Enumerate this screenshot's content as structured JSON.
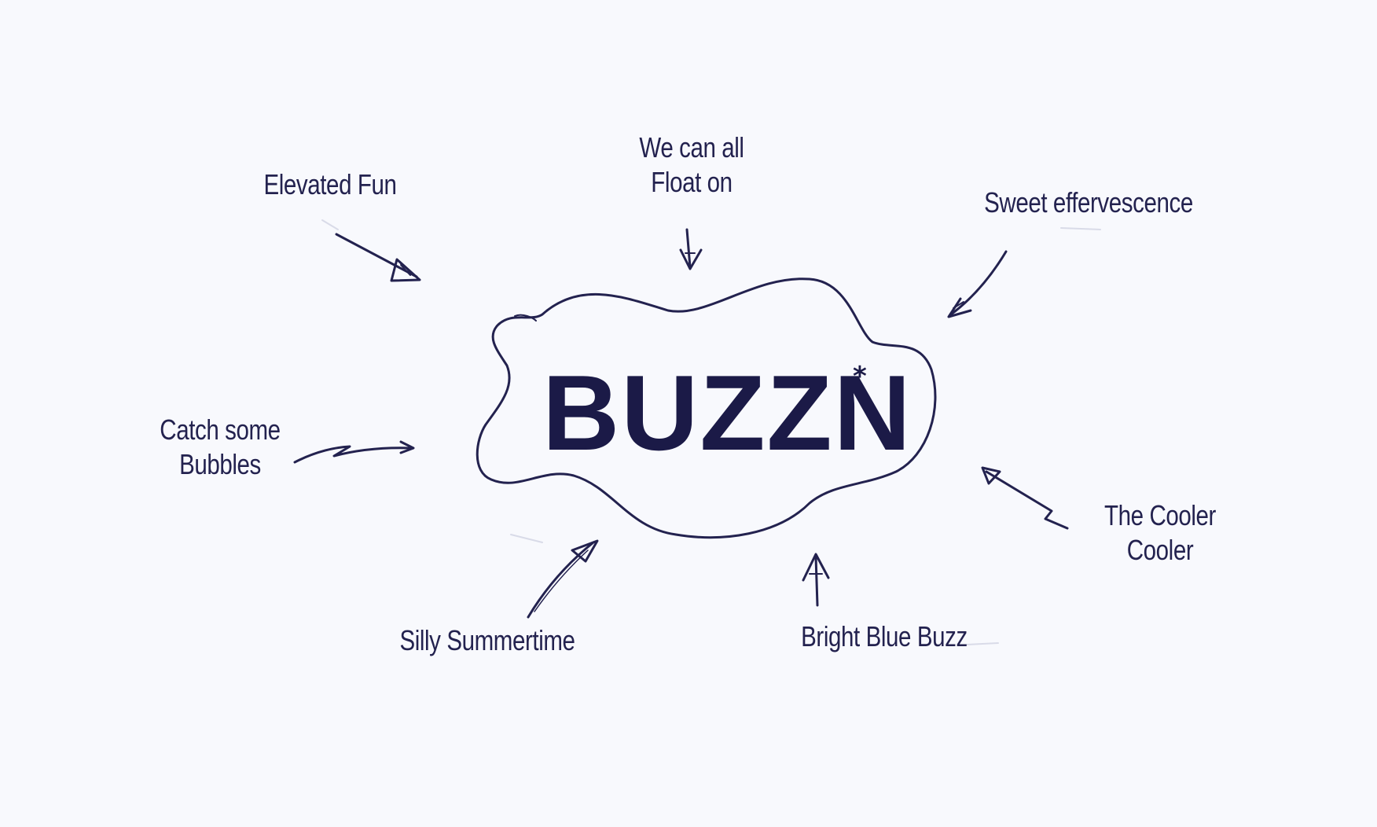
{
  "brand": {
    "logo_text": "BUZZN",
    "logo_mark": "*",
    "ink_color": "#1b1a47",
    "background_color": "#f8f9fd"
  },
  "labels": {
    "elevated_fun": "Elevated Fun",
    "float_on": "We can all\nFloat on",
    "sweet_effervescence": "Sweet effervescence",
    "catch_bubbles": "Catch some\nBubbles",
    "cooler": "The Cooler\nCooler",
    "silly_summertime": "Silly Summertime",
    "bright_blue_buzz": "Bright Blue Buzz"
  }
}
